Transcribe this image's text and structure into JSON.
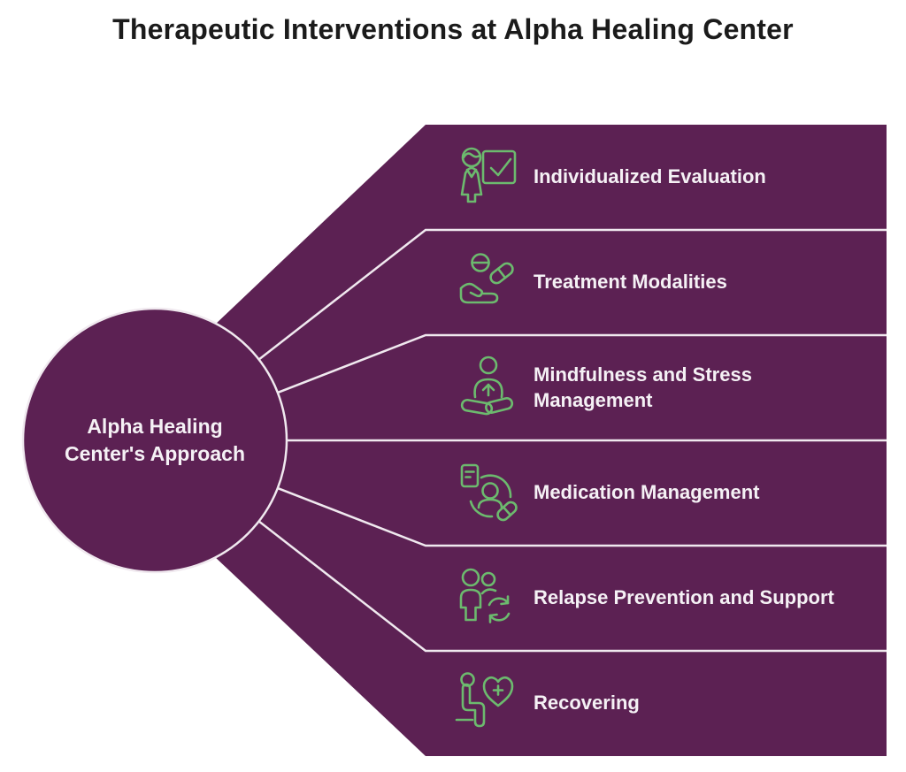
{
  "title": "Therapeutic Interventions at Alpha Healing Center",
  "center": {
    "label": "Alpha Healing Center's Approach"
  },
  "items": [
    {
      "label": "Individualized Evaluation",
      "icon": "person-evaluation-checkboard-icon"
    },
    {
      "label": "Treatment Modalities",
      "icon": "hand-with-pills-icon"
    },
    {
      "label": "Mindfulness and Stress Management",
      "icon": "meditation-person-icon"
    },
    {
      "label": "Medication Management",
      "icon": "patient-prescription-capsule-icon"
    },
    {
      "label": "Relapse Prevention and Support",
      "icon": "people-renewal-arrows-icon"
    },
    {
      "label": "Recovering",
      "icon": "seated-person-heart-plus-icon"
    }
  ],
  "colors": {
    "purple": "#5C2153",
    "icon_green": "#6CBA6E",
    "separator_white": "#F0E9EF",
    "title_text": "#1B1B1B",
    "label_text": "#F5F1F5"
  }
}
